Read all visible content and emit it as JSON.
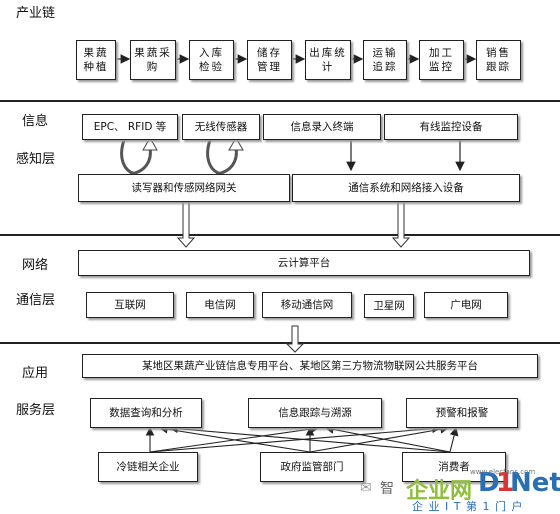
{
  "sections": {
    "chain": {
      "title": "产业链"
    },
    "perception": {
      "title_line1": "信息",
      "title_line2": "感知层"
    },
    "network": {
      "title_line1": "网络",
      "title_line2": "通信层"
    },
    "application": {
      "title_line1": "应用",
      "title_line2": "服务层"
    }
  },
  "chain_steps": [
    "果蔬种植",
    "果蔬采购",
    "入库检验",
    "储存管理",
    "出库统计",
    "运输追踪",
    "加工监控",
    "销售跟踪"
  ],
  "perception": {
    "devices": [
      "EPC、 RFID 等",
      "无线传感器",
      "信息录入终端",
      "有线监控设备"
    ],
    "gateways": [
      "读写器和传感网络网关",
      "通信系统和网络接入设备"
    ]
  },
  "network": {
    "cloud": "云计算平台",
    "nets": [
      "互联网",
      "电信网",
      "移动通信网",
      "卫星网",
      "广电网"
    ]
  },
  "application": {
    "platform": "某地区果蔬产业链信息专用平台、某地区第三方物流物联网公共服务平台",
    "services": [
      "数据查询和分析",
      "信息跟踪与溯源",
      "预警和报警"
    ],
    "users": [
      "冷链相关企业",
      "政府监管部门",
      "消费者"
    ]
  },
  "watermark": {
    "left_text": "智",
    "brand": "企业网",
    "logo_d": "D",
    "logo_1": "1",
    "logo_net": "Net",
    "url": "www.elecfans.com",
    "slogan": "企 业 I T 第 1 门 户"
  }
}
